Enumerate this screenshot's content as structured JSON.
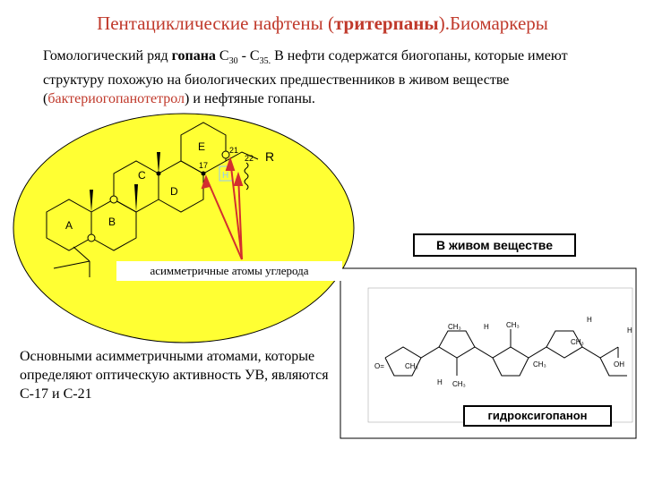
{
  "title": {
    "part1": "Пентациклические нафтены (",
    "bold": "тритерпаны",
    "part2": ").Биомаркеры"
  },
  "intro": {
    "t1": "Гомологический ряд ",
    "bold": "гопана",
    "t2": " С",
    "sub1": "30",
    "t3": " - С",
    "sub2": "35.",
    "t4": " В нефти содержатся биогопаны, которые имеют структуру похожую на биологических предшественников в живом веществе (",
    "red": "бактериогопанотетрол",
    "t5": ") и нефтяные гопаны."
  },
  "rings": {
    "a": "A",
    "b": "B",
    "c": "C",
    "d": "D",
    "e": "E"
  },
  "atoms": {
    "c17": "17",
    "c21": "21",
    "c22": "22",
    "r": "R",
    "h": "H"
  },
  "labels": {
    "live": "В живом веществе",
    "asym": "асимметричные атомы углерода",
    "main_atoms": "Основными асимметричными атомами, которые определяют оптическую активность УВ, являются С-17 и С-21",
    "hydroxy": "гидроксигопанон"
  },
  "molecule2": {
    "ch3": "CH₃",
    "h": "H",
    "oh": "OH",
    "o": "O="
  },
  "colors": {
    "ellipse": "#ffff33",
    "title": "#c0392b",
    "arrow": "#d32f2f"
  }
}
